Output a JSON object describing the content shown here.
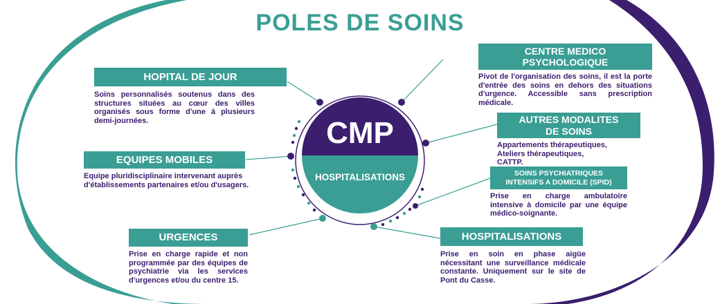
{
  "title": "POLES DE SOINS",
  "center": {
    "top_label": "CMP",
    "bottom_label": "HOSPITALISATIONS"
  },
  "colors": {
    "teal": "#3a9e94",
    "purple": "#3b1e6e",
    "white": "#ffffff"
  },
  "poles": {
    "hopital_de_jour": {
      "label": "HOPITAL DE JOUR",
      "text": "Soins personnalisés soutenus dans des structures situées au cœur des villes organisés sous forme d'une à plusieurs demi-journées."
    },
    "equipes_mobiles": {
      "label": "EQUIPES MOBILES",
      "text": "Equipe pluridisciplinaire intervenant auprès d'établissements partenaires et/ou d'usagers."
    },
    "urgences": {
      "label": "URGENCES",
      "text": "Prise en charge rapide et non programmée par des équipes de psychiatrie via les services d'urgences et/ou du centre 15."
    },
    "cmp": {
      "label": "CENTRE MEDICO PSYCHOLOGIQUE",
      "text": "Pivot de l'organisation des soins, il est la porte d'entrée des soins en dehors des situations d'urgence. Accessible sans prescription médicale."
    },
    "autres": {
      "label": "AUTRES MODALITES DE SOINS",
      "items": [
        "Appartements thérapeutiques,",
        "Ateliers thérapeutiques,",
        "CATTP."
      ]
    },
    "spid": {
      "label": "SOINS PSYCHIATRIQUES INTENSIFS A DOMICILE (SPID)",
      "text": "Prise en charge ambulatoire intensive à domicile par une équipe médico-soignante."
    },
    "hospitalisations": {
      "label": "HOSPITALISATIONS",
      "text": "Prise en soin en phase aigüe nécessitant une surveillance médicale constante. Uniquement sur le site de Pont du Casse."
    }
  }
}
